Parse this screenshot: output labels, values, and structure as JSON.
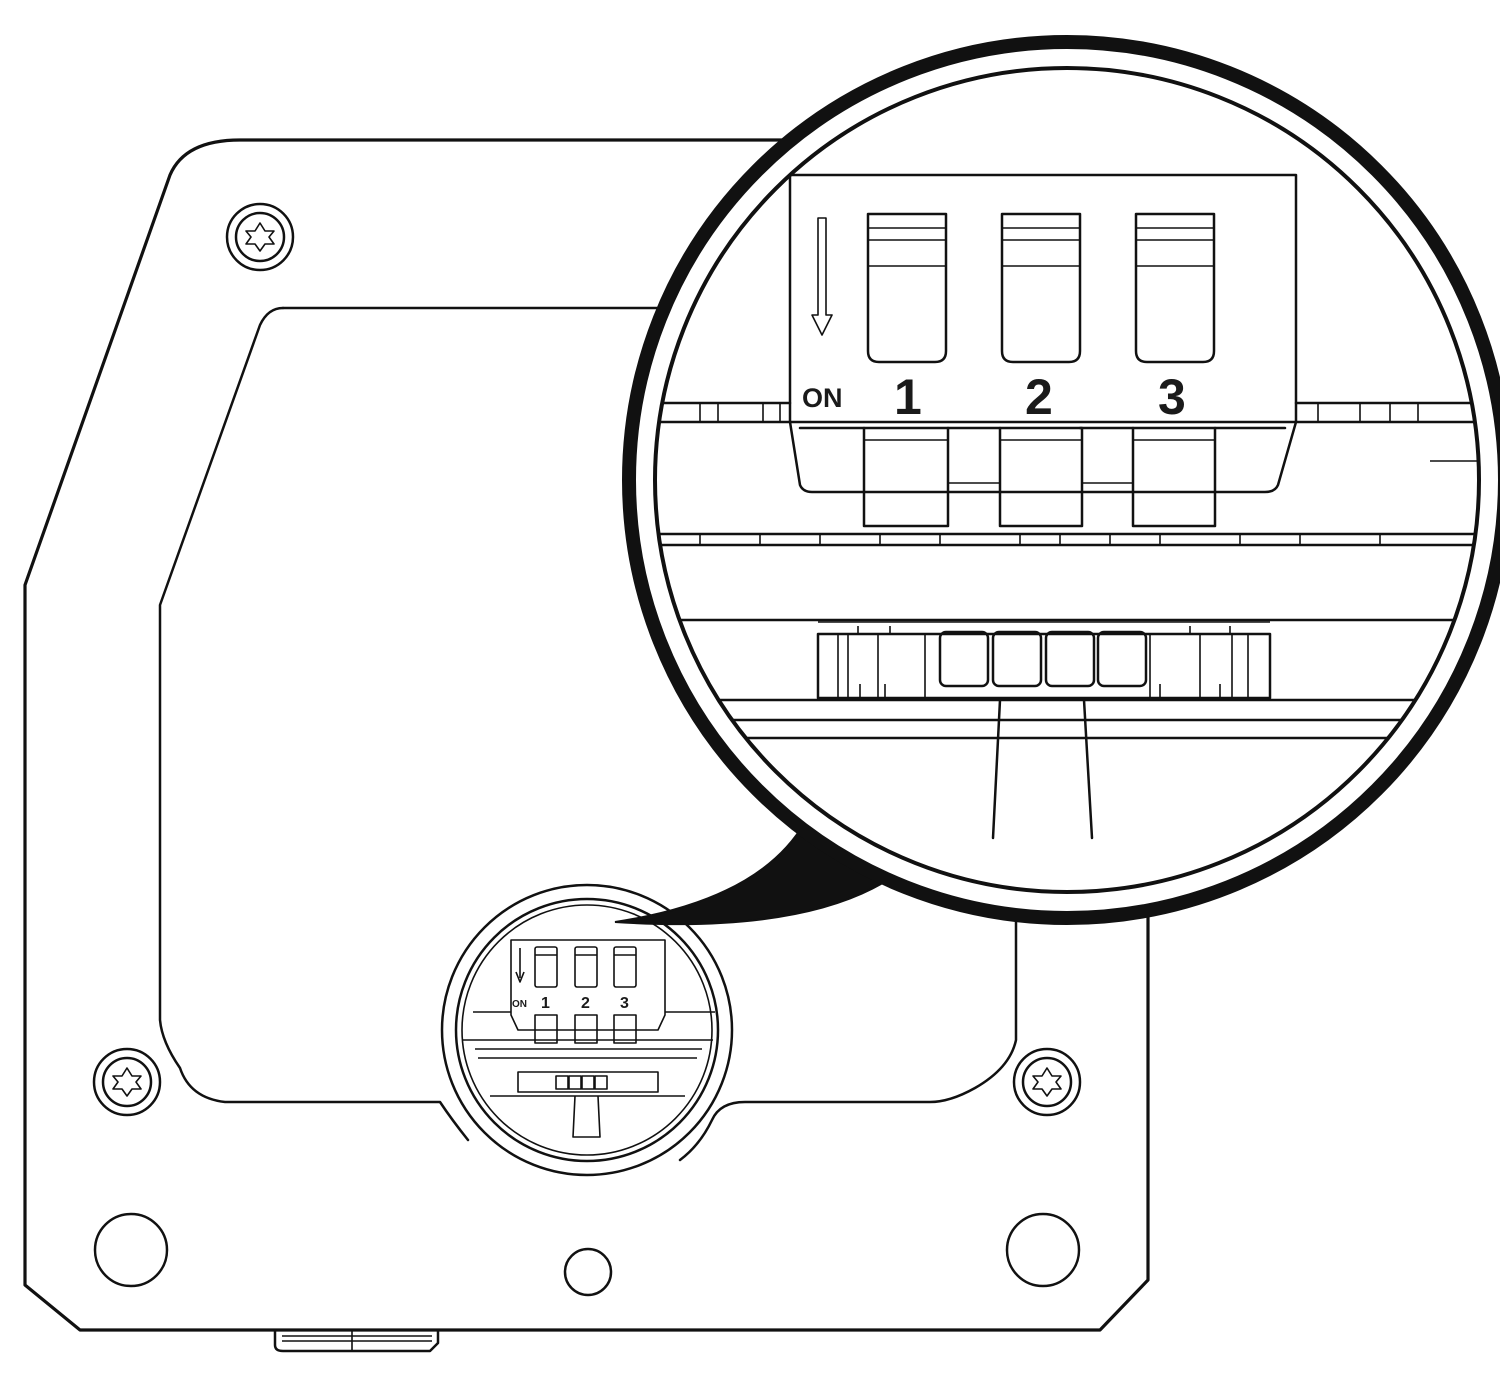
{
  "dip_switch": {
    "on_label": "ON",
    "switches": [
      {
        "label": "1"
      },
      {
        "label": "2"
      },
      {
        "label": "3"
      }
    ]
  },
  "colors": {
    "stroke": "#111111",
    "background": "#ffffff"
  },
  "icons": [
    "torx-screw-icon",
    "down-arrow-icon",
    "magnifier-callout"
  ]
}
